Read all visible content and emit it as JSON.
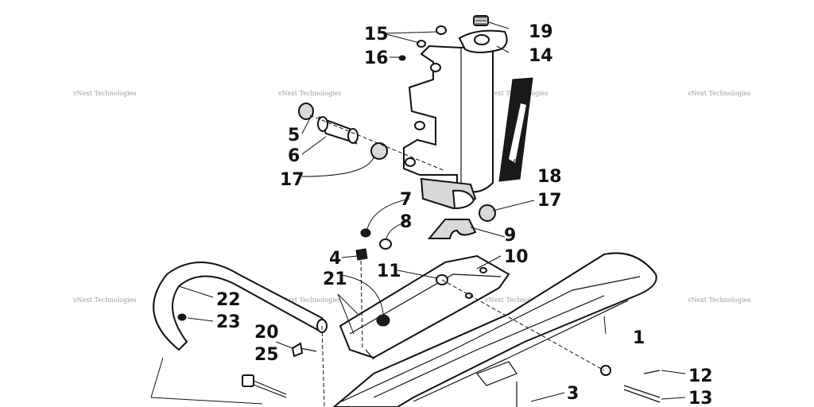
{
  "diagram": {
    "watermark_text": "vNext Technologies",
    "callouts": {
      "c1": "1",
      "c3": "3",
      "c4": "4",
      "c5": "5",
      "c6": "6",
      "c7": "7",
      "c8": "8",
      "c9": "9",
      "c10": "10",
      "c11": "11",
      "c12": "12",
      "c13": "13",
      "c14": "14",
      "c15": "15",
      "c16": "16",
      "c17a": "17",
      "c17b": "17",
      "c18": "18",
      "c19": "19",
      "c20": "20",
      "c21": "21",
      "c22": "22",
      "c23": "23",
      "c25": "25"
    }
  }
}
